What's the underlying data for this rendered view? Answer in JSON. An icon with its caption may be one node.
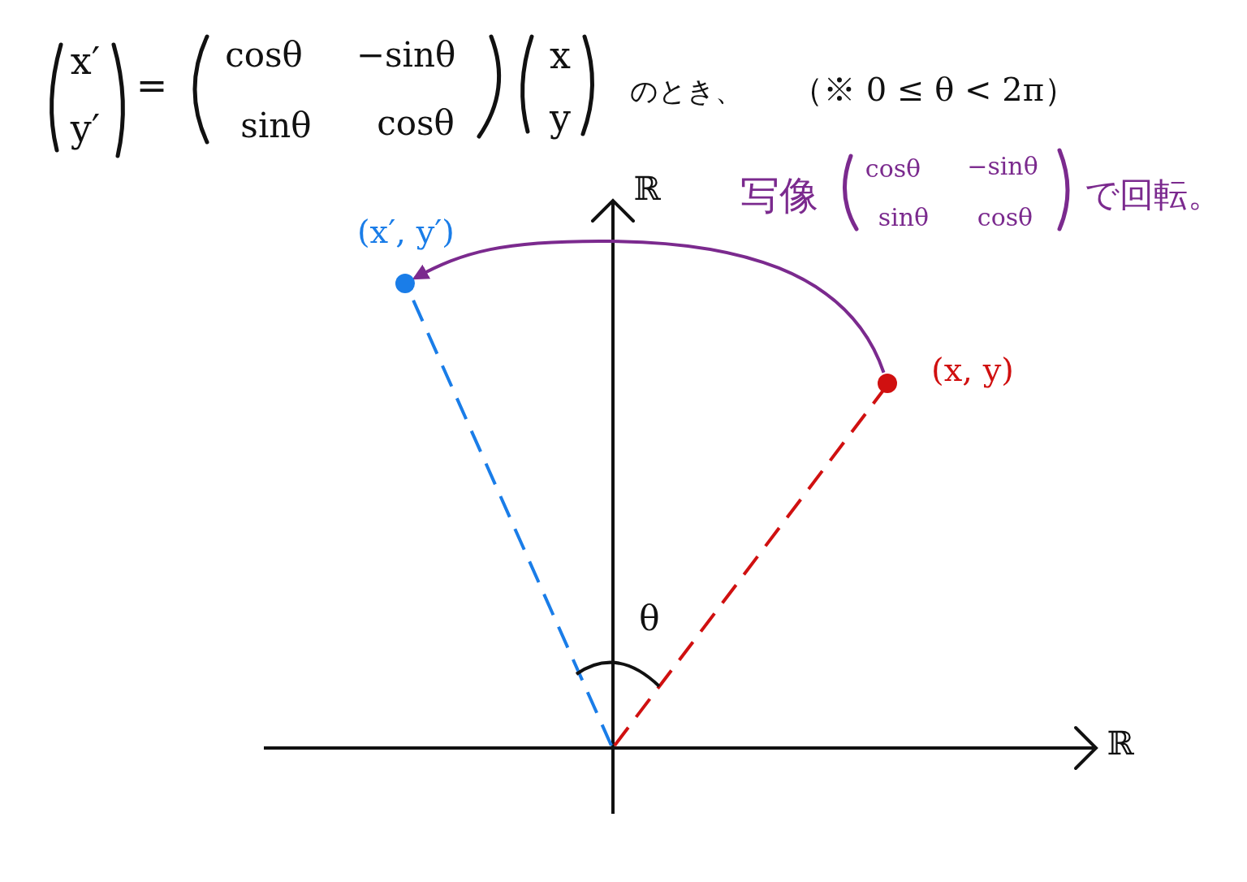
{
  "diagram": {
    "nodes": [
      {
        "text": [],
        "shape": "circle",
        "beside": [
          "(x, y)"
        ]
      },
      {
        "text": [],
        "shape": "circle",
        "beside": [
          "(x′, y′)"
        ]
      }
    ],
    "edges": [
      {
        "from": 0,
        "to": 1,
        "arrow": "to",
        "color": "#7b2a8e"
      }
    ],
    "labels": [
      "x′",
      "y′",
      "=",
      "cosθ",
      "−sinθ",
      "sinθ",
      "cosθ",
      "x",
      "y",
      "のとき、",
      "（※ 0 ≤ θ < 2π）",
      "ℝ",
      "写像",
      "cosθ",
      "−sinθ",
      "sinθ",
      "cosθ",
      "で回転。",
      "θ",
      "ℝ"
    ]
  }
}
